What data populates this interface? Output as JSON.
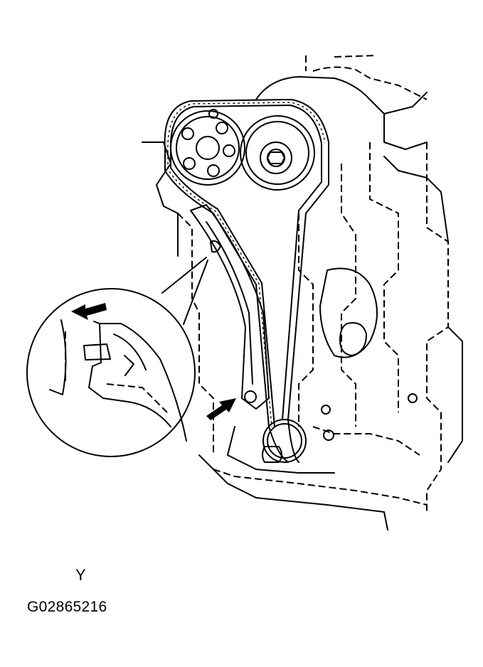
{
  "diagram": {
    "view_label": "Y",
    "figure_code": "G02865216",
    "icons": [
      "engine-block-outline",
      "timing-chain",
      "intake-camshaft-sprocket",
      "exhaust-camshaft-sprocket",
      "chain-slipper-guide",
      "crankshaft-sprocket",
      "direction-arrow",
      "detail-magnifier"
    ]
  }
}
